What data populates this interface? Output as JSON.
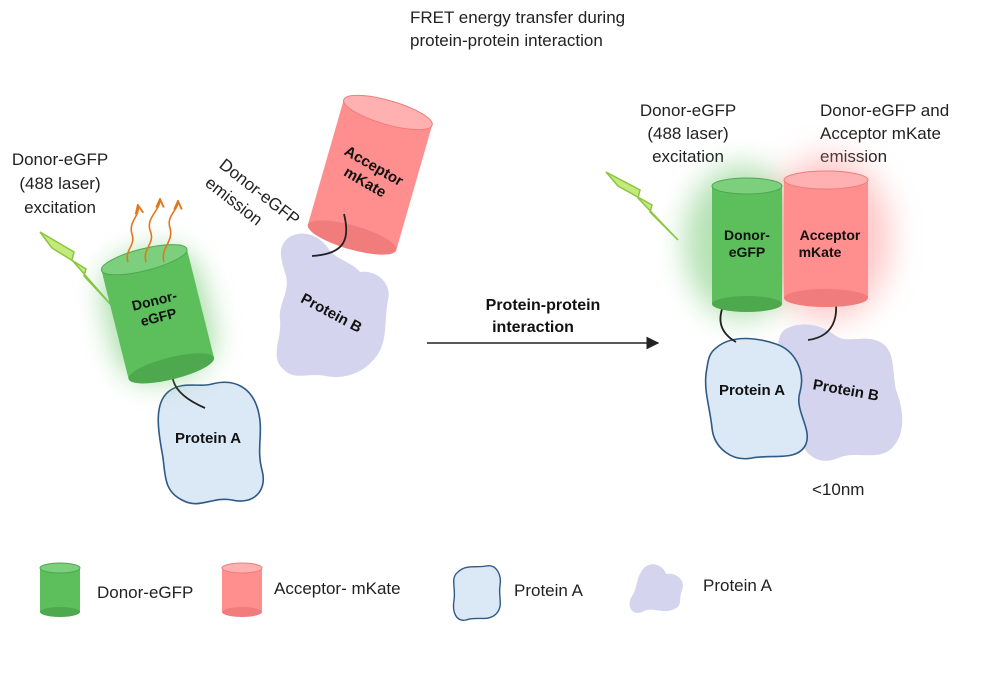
{
  "title": {
    "line1": "FRET energy transfer during",
    "line2": "protein-protein interaction"
  },
  "left_panel": {
    "excitation_label": [
      "Donor-eGFP",
      "(488 laser)",
      "excitation"
    ],
    "emission_label": [
      "Donor-eGFP",
      "emission"
    ],
    "donor_label": [
      "Donor-",
      "eGFP"
    ],
    "acceptor_label": [
      "Acceptor",
      "mKate"
    ],
    "protein_a_label": "Protein A",
    "protein_b_label": "Protein B"
  },
  "interaction_arrow": {
    "label": [
      "Protein-protein",
      "interaction"
    ]
  },
  "right_panel": {
    "excitation_label": [
      "Donor-eGFP",
      "(488 laser)",
      "excitation"
    ],
    "emission_label": [
      "Donor-eGFP and",
      "Acceptor mKate",
      "emission"
    ],
    "donor_label": [
      "Donor-",
      "eGFP"
    ],
    "acceptor_label": [
      "Acceptor",
      "mKate"
    ],
    "protein_a_label": "Protein A",
    "protein_b_label": "Protein B",
    "distance_label": "<10nm"
  },
  "legend": {
    "items": [
      {
        "label": "Donor-eGFP"
      },
      {
        "label": "Acceptor- mKate"
      },
      {
        "label": "Protein A"
      },
      {
        "label": "Protein A"
      }
    ]
  },
  "colors": {
    "donor": "#5cbf5c",
    "acceptor": "#ff8f8f",
    "protein_a": "#dbe8f6",
    "protein_b": "#d4d4ee",
    "lightning": "#c4ea7c",
    "emission_arrows": "#e2781e"
  }
}
